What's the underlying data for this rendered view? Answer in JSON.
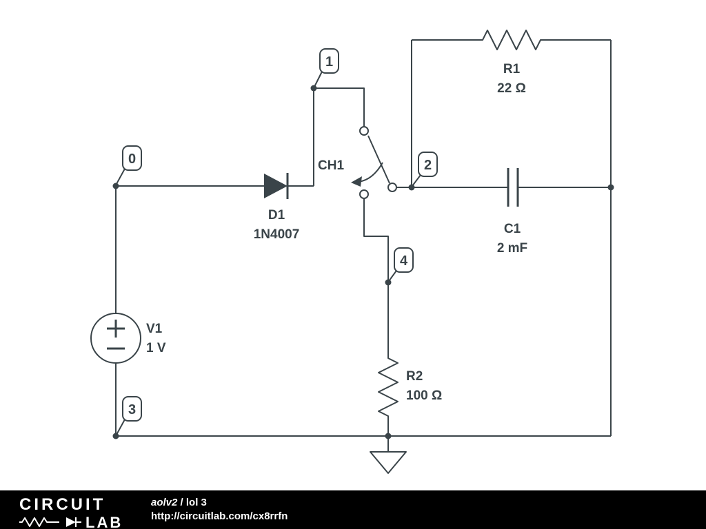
{
  "colors": {
    "line": "#3a4449",
    "footer_bg": "#000000",
    "footer_text": "#ffffff",
    "canvas_bg": "#ffffff"
  },
  "circuit": {
    "node_labels": [
      "0",
      "1",
      "2",
      "3",
      "4"
    ],
    "components": {
      "v1": {
        "designator": "V1",
        "value": "1 V"
      },
      "d1": {
        "designator": "D1",
        "value": "1N4007"
      },
      "ch1": {
        "designator": "CH1"
      },
      "r1": {
        "designator": "R1",
        "value": "22 Ω"
      },
      "c1": {
        "designator": "C1",
        "value": "2 mF"
      },
      "r2": {
        "designator": "R2",
        "value": "100 Ω"
      }
    }
  },
  "footer": {
    "logo_top": "CIRCUIT",
    "logo_bottom": "LAB",
    "project_author": "aolv2",
    "separator": " / ",
    "project_title": "lol 3",
    "url": "http://circuitlab.com/cx8rrfn"
  }
}
